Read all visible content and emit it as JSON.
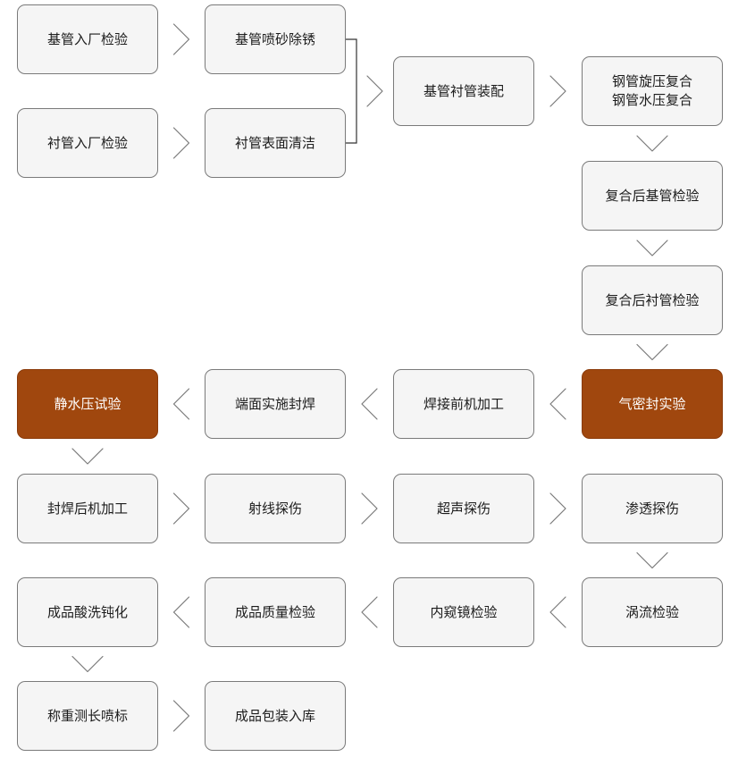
{
  "nodes": {
    "n1": {
      "label": "基管入厂检验"
    },
    "n2": {
      "label": "基管喷砂除锈"
    },
    "n3": {
      "label": "衬管入厂检验"
    },
    "n4": {
      "label": "衬管表面清洁"
    },
    "n5": {
      "label": "基管衬管装配"
    },
    "n6": {
      "label": "钢管旋压复合\n钢管水压复合"
    },
    "n7": {
      "label": "复合后基管检验"
    },
    "n8": {
      "label": "复合后衬管检验"
    },
    "n9": {
      "label": "气密封实验",
      "highlight": true
    },
    "n10": {
      "label": "焊接前机加工"
    },
    "n11": {
      "label": "端面实施封焊"
    },
    "n12": {
      "label": "静水压试验",
      "highlight": true
    },
    "n13": {
      "label": "封焊后机加工"
    },
    "n14": {
      "label": "射线探伤"
    },
    "n15": {
      "label": "超声探伤"
    },
    "n16": {
      "label": "渗透探伤"
    },
    "n17": {
      "label": "涡流检验"
    },
    "n18": {
      "label": "内窥镜检验"
    },
    "n19": {
      "label": "成品质量检验"
    },
    "n20": {
      "label": "成品酸洗钝化"
    },
    "n21": {
      "label": "称重测长喷标"
    },
    "n22": {
      "label": "成品包装入库"
    }
  },
  "edges": [
    [
      "n1",
      "n2"
    ],
    [
      "n3",
      "n4"
    ],
    [
      "n2",
      "n5"
    ],
    [
      "n4",
      "n5"
    ],
    [
      "n5",
      "n6"
    ],
    [
      "n6",
      "n7"
    ],
    [
      "n7",
      "n8"
    ],
    [
      "n8",
      "n9"
    ],
    [
      "n9",
      "n10"
    ],
    [
      "n10",
      "n11"
    ],
    [
      "n11",
      "n12"
    ],
    [
      "n12",
      "n13"
    ],
    [
      "n13",
      "n14"
    ],
    [
      "n14",
      "n15"
    ],
    [
      "n15",
      "n16"
    ],
    [
      "n16",
      "n17"
    ],
    [
      "n17",
      "n18"
    ],
    [
      "n18",
      "n19"
    ],
    [
      "n19",
      "n20"
    ],
    [
      "n20",
      "n21"
    ],
    [
      "n21",
      "n22"
    ]
  ],
  "colors": {
    "node_fill": "#f5f5f5",
    "highlight_fill": "#a0470e",
    "arrow_fill": "#f4f4f4",
    "stroke": "#7a7a7a"
  }
}
